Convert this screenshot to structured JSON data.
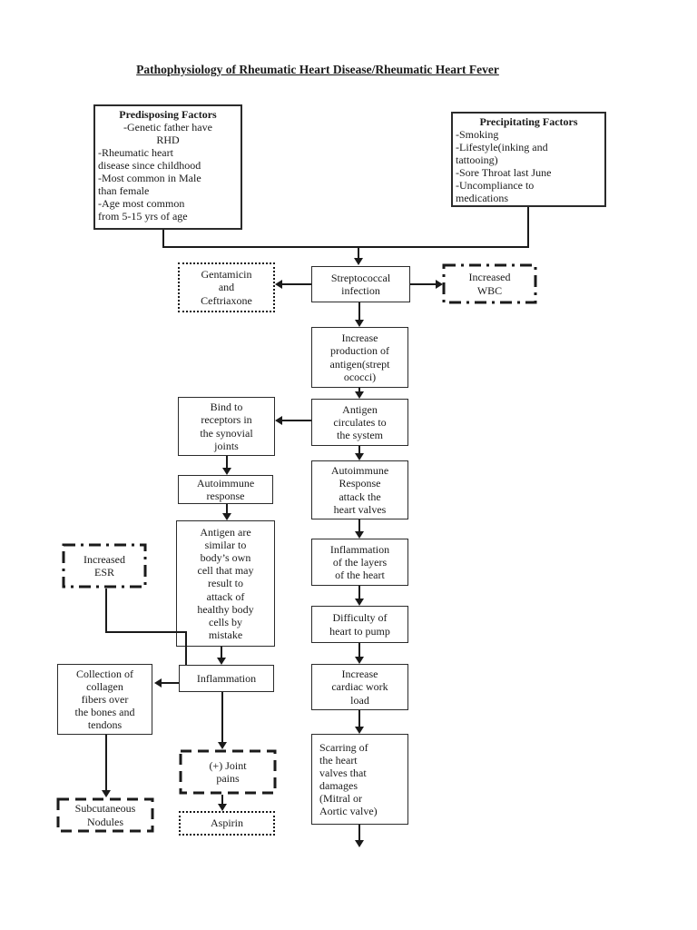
{
  "title": "Pathophysiology of Rheumatic Heart Disease/Rheumatic Heart Fever",
  "colors": {
    "ink": "#1a1a1a",
    "page_bg": "#ffffff"
  },
  "nodes": {
    "predisposing": {
      "heading": "Predisposing Factors",
      "sub": "-Genetic father have\nRHD",
      "body": "-Rheumatic heart\ndisease since childhood\n-Most common in Male\nthan female\n-Age most common\nfrom 5-15 yrs of age"
    },
    "precipitating": {
      "heading": "Precipitating Factors",
      "body": "-Smoking\n-Lifestyle(inking and\ntattooing)\n-Sore Throat last June\n-Uncompliance to\nmedications"
    },
    "gentamicin": "Gentamicin\nand\nCeftriaxone",
    "streptococcal": "Streptococcal\ninfection",
    "increased_wbc": "Increased\nWBC",
    "increase_production": "Increase\nproduction of\nantigen(strept\nococci)",
    "antigen_circulates": "Antigen\ncirculates to\nthe system",
    "bind_receptors": "Bind to\nreceptors in\nthe synovial\njoints",
    "autoimmune_response": "Autoimmune\nresponse",
    "antigen_similar": "Antigen are\nsimilar to\nbody’s own\ncell that may\nresult to\nattack of\nhealthy body\ncells by\nmistake",
    "autoimmune_attack": "Autoimmune\nResponse\nattack the\nheart valves",
    "inflammation_layers": "Inflammation\nof the layers\nof the heart",
    "difficulty_pump": "Difficulty of\nheart to pump",
    "cardiac_workload": "Increase\ncardiac work\nload",
    "scarring": "Scarring of\nthe heart\nvalves that\ndamages\n(Mitral or\nAortic valve)",
    "increased_esr": "Increased\nESR",
    "collection_collagen": "Collection of\ncollagen\nfibers over\nthe bones and\ntendons",
    "inflammation": "Inflammation",
    "joint_pains": "(+) Joint\npains",
    "subcutaneous_nodules": "Subcutaneous\nNodules",
    "aspirin": "Aspirin"
  }
}
